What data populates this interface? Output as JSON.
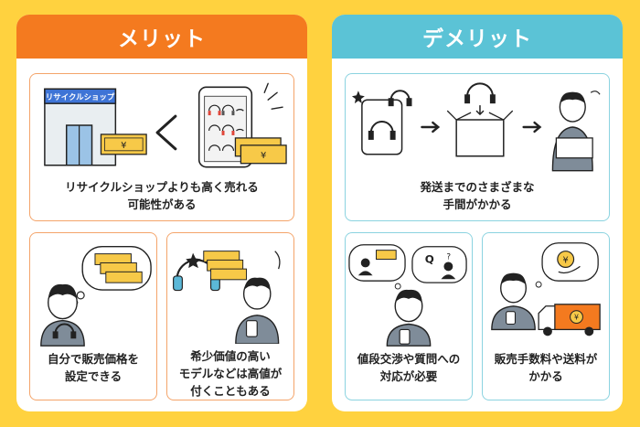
{
  "merit": {
    "title": "メリット",
    "card1": {
      "shop_sign": "リサイクルショップ",
      "lines": [
        "リサイクルショップよりも高く売れる",
        "可能性がある"
      ]
    },
    "card2": {
      "lines": [
        "自分で販売価格を",
        "設定できる"
      ]
    },
    "card3": {
      "lines": [
        "希少価値の高い",
        "モデルなどは高値が",
        "付くこともある"
      ]
    }
  },
  "demerit": {
    "title": "デメリット",
    "card1": {
      "lines": [
        "発送までのさまざまな",
        "手間がかかる"
      ]
    },
    "card2": {
      "lines": [
        "値段交渉や質問への",
        "対応が必要"
      ]
    },
    "card3": {
      "lines": [
        "販売手数料や送料が",
        "かかる"
      ]
    }
  },
  "icons": [
    "yen-icon",
    "headphones-icon",
    "smartphone-icon",
    "box-icon",
    "truck-icon",
    "person-icon"
  ],
  "colors": {
    "background": "#FFD23F",
    "merit": "#F47A1F",
    "demerit": "#5BC3D6",
    "yen_note": "#F7C948"
  }
}
